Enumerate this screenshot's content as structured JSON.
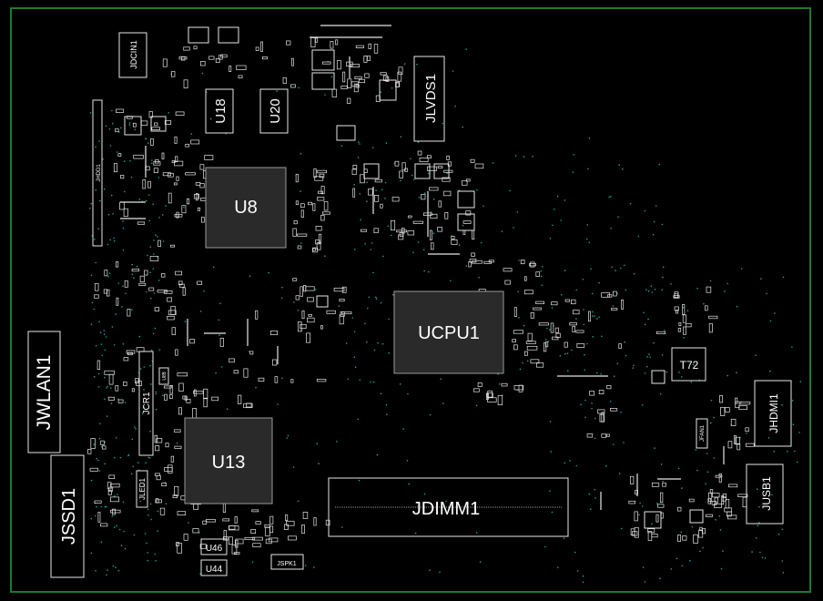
{
  "board": {
    "outline_color": "#1e7a2a",
    "part_color": "#e6e6e6",
    "via_color": "#1aa59a",
    "background": "#000000"
  },
  "labels": {
    "jdcin": "JDCIN1",
    "u18": "U18",
    "u20": "U20",
    "jlvds": "JLVDS1",
    "jedp": "JHDD1",
    "u8": "U8",
    "ucpu": "UCPU1",
    "t72": "T72",
    "jwlan": "JWLAN1",
    "jcr": "JCR1",
    "u85": "U85",
    "u13": "U13",
    "jhdmi": "JHDMI1",
    "jfan": "JFAN1",
    "jled": "JLED1",
    "jssd": "JSSD1",
    "jdimm": "JDIMM1",
    "jusb": "JUSB1",
    "u46": "U46",
    "u44": "U44",
    "jspk": "JSPK1"
  }
}
